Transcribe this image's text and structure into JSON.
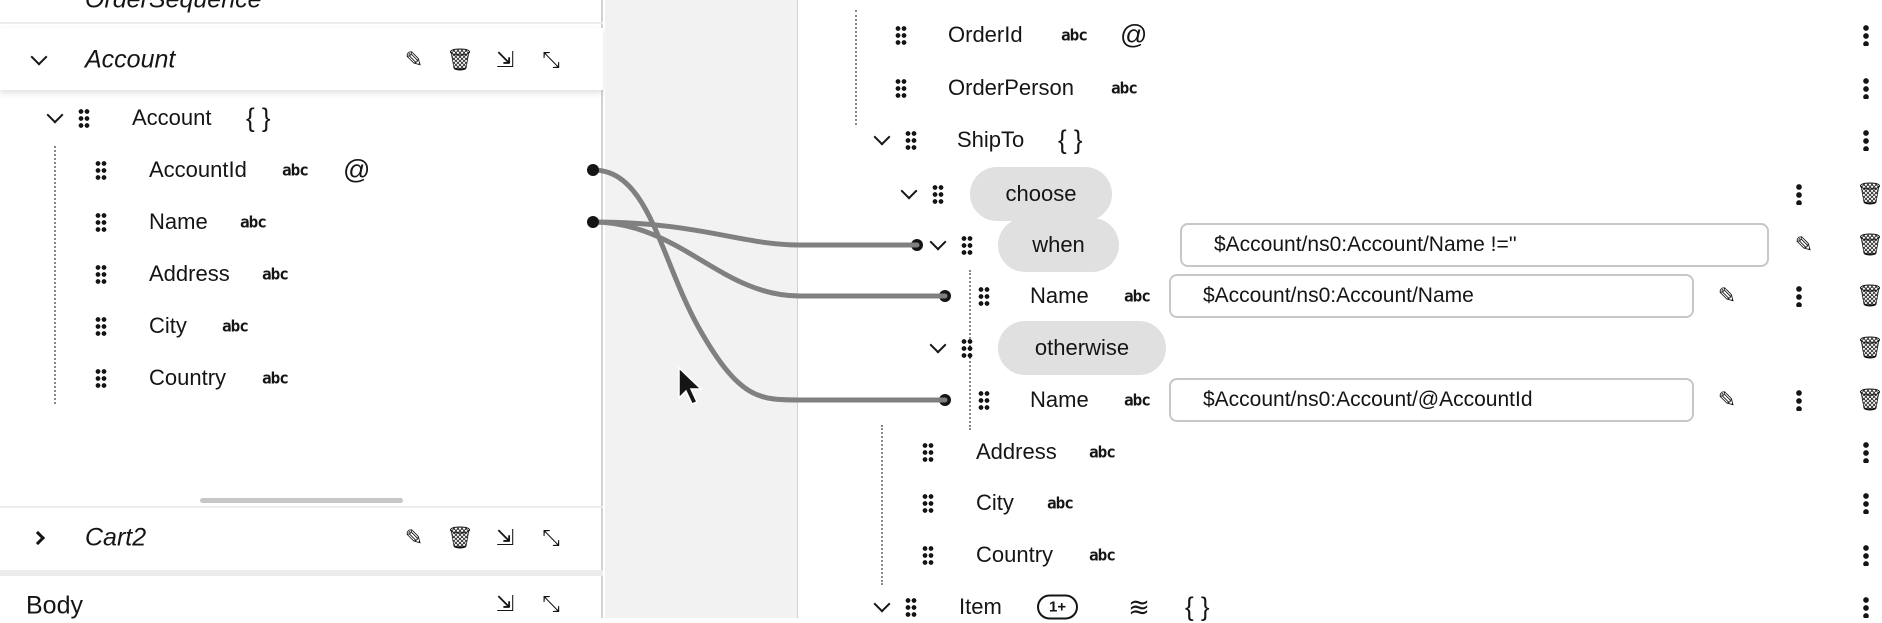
{
  "left_panel": {
    "top_partial_label": "OrderSequence",
    "account_section": {
      "title": "Account",
      "actions": [
        "pencil-icon",
        "trash-icon",
        "import-icon",
        "export-icon"
      ]
    },
    "account_root": {
      "label": "Account",
      "type": "{ }"
    },
    "fields": [
      {
        "label": "AccountId",
        "type": "abc",
        "attribute": "@"
      },
      {
        "label": "Name",
        "type": "abc"
      },
      {
        "label": "Address",
        "type": "abc"
      },
      {
        "label": "City",
        "type": "abc"
      },
      {
        "label": "Country",
        "type": "abc"
      }
    ],
    "cart_section": {
      "title": "Cart2"
    },
    "body_section": {
      "title": "Body"
    }
  },
  "right_panel": {
    "rows": [
      {
        "label": "OrderId",
        "type": "abc",
        "attribute": "@"
      },
      {
        "label": "OrderPerson",
        "type": "abc"
      },
      {
        "label": "ShipTo",
        "type": "{ }"
      }
    ],
    "choose": {
      "label": "choose"
    },
    "when": {
      "label": "when",
      "expression": "$Account/ns0:Account/Name !=''"
    },
    "when_name": {
      "label": "Name",
      "type": "abc",
      "expression": "$Account/ns0:Account/Name"
    },
    "otherwise": {
      "label": "otherwise"
    },
    "otherwise_name": {
      "label": "Name",
      "type": "abc",
      "expression": "$Account/ns0:Account/@AccountId"
    },
    "shipto_fields": [
      {
        "label": "Address",
        "type": "abc"
      },
      {
        "label": "City",
        "type": "abc"
      },
      {
        "label": "Country",
        "type": "abc"
      }
    ],
    "item": {
      "label": "Item",
      "badge": "1+",
      "type": "{ }"
    }
  },
  "colors": {
    "connector": "#808080",
    "pill": "#e0e0e0",
    "gap": "#f2f2f2"
  }
}
